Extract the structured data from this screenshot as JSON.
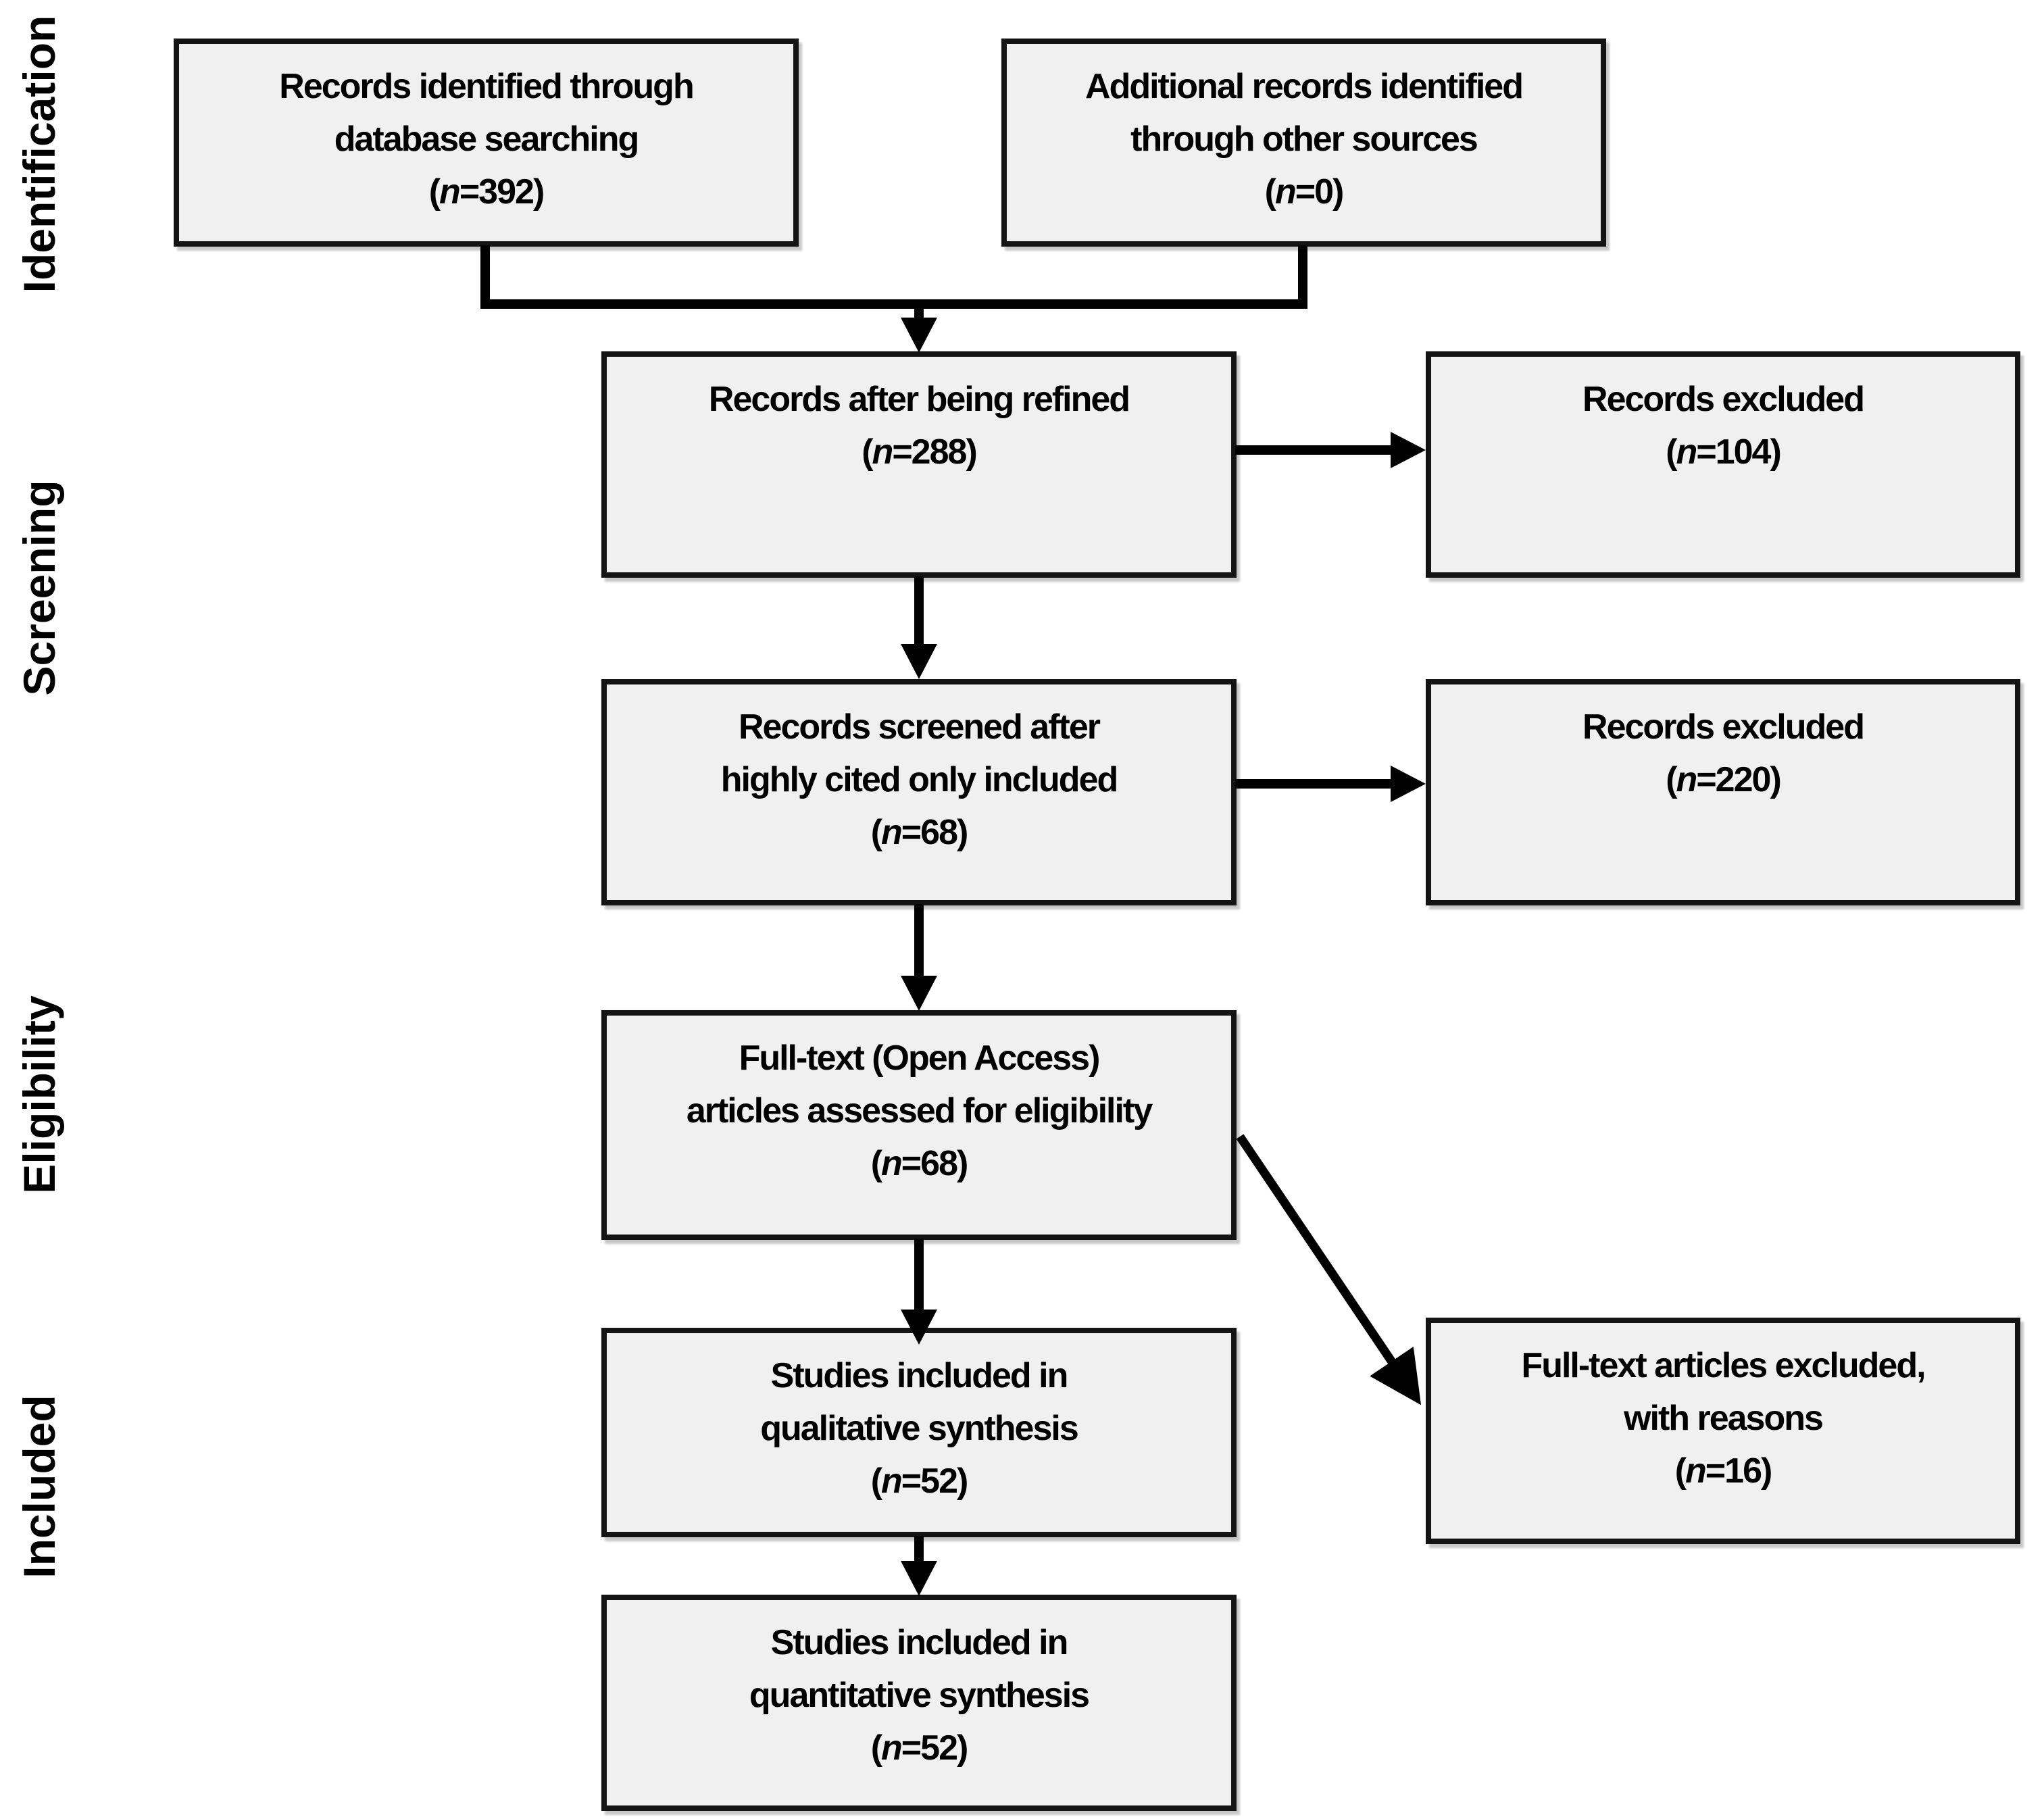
{
  "stages": [
    {
      "label": "Identification"
    },
    {
      "label": "Screening"
    },
    {
      "label": "Eligibility"
    },
    {
      "label": "Included"
    }
  ],
  "boxes": {
    "identified": {
      "lines": [
        "Records identified through",
        "database searching"
      ],
      "n_open": "(",
      "n_char": "n",
      "n_rest": "=392)"
    },
    "additional": {
      "lines": [
        "Additional records identified",
        "through other sources"
      ],
      "n_open": "(",
      "n_char": "n",
      "n_rest": "=0)"
    },
    "refined": {
      "lines": [
        "Records after being refined"
      ],
      "n_open": "(",
      "n_char": "n",
      "n_rest": "=288)"
    },
    "excluded_104": {
      "lines": [
        "Records excluded"
      ],
      "n_open": "(",
      "n_char": "n",
      "n_rest": "=104)"
    },
    "screened": {
      "lines": [
        "Records screened after",
        "highly cited only included"
      ],
      "n_open": "(",
      "n_char": "n",
      "n_rest": "=68)"
    },
    "excluded_220": {
      "lines": [
        "Records excluded"
      ],
      "n_open": "(",
      "n_char": "n",
      "n_rest": "=220)"
    },
    "fulltext": {
      "lines": [
        "Full-text (Open Access)",
        "articles assessed for eligibility"
      ],
      "n_open": "(",
      "n_char": "n",
      "n_rest": "=68)"
    },
    "ft_excluded": {
      "lines": [
        "Full-text articles excluded,",
        "with reasons"
      ],
      "n_open": "(",
      "n_char": "n",
      "n_rest": "=16)"
    },
    "qualitative": {
      "lines": [
        "Studies included in",
        "qualitative synthesis"
      ],
      "n_open": "(",
      "n_char": "n",
      "n_rest": "=52)"
    },
    "quantitative": {
      "lines": [
        "Studies included in",
        "quantitative synthesis"
      ],
      "n_open": "(",
      "n_char": "n",
      "n_rest": "=52)"
    }
  },
  "colors": {
    "background": "#ffffff",
    "box_fill": "#f0f0f0",
    "box_border": "#141414",
    "text": "#000000",
    "arrow": "#000000"
  }
}
